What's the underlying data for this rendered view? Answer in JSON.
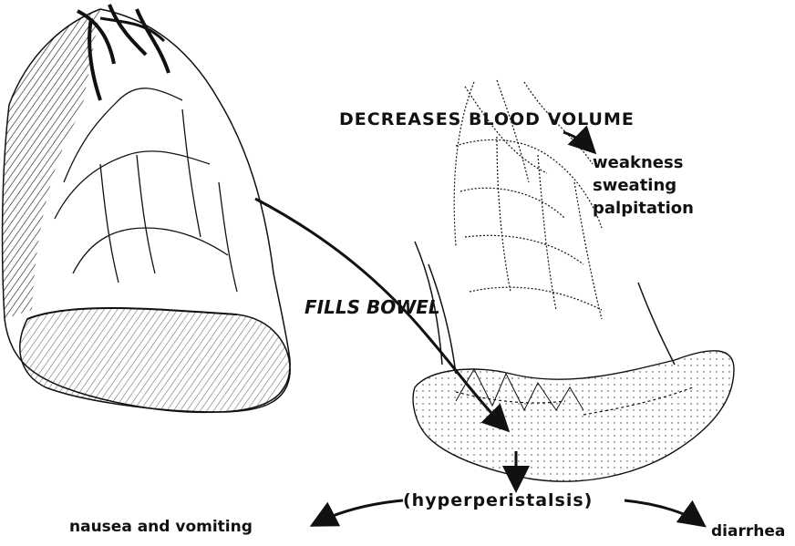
{
  "labels": {
    "top_right": "DECREASES BLOOD VOLUME",
    "symptoms": [
      "weakness",
      "sweating",
      "palpitation"
    ],
    "fills": "FILLS BOWEL",
    "hyper": "(hyperperistalsis)",
    "left_outcome": "nausea and vomiting",
    "right_outcome": "diarrhea"
  },
  "colors": {
    "ink": "#111111",
    "paper": "#ffffff"
  }
}
